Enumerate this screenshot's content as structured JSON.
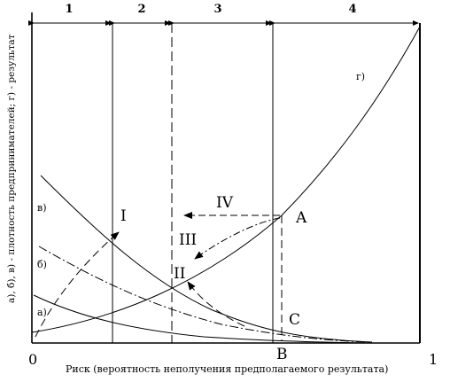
{
  "y_axis_label": "а), б), в) - плотность предпринимателей; г) - результат",
  "x_axis_label": "Риск (вероятность неполучения предполагаемого результата)",
  "origin_label": "0",
  "x_max_label": "1",
  "zones": [
    "1",
    "2",
    "3",
    "4"
  ],
  "curve_labels": {
    "a": "а)",
    "b": "б)",
    "v": "в)",
    "g": "г)"
  },
  "roman_labels": {
    "i": "I",
    "ii": "II",
    "iii": "III",
    "iv": "IV"
  },
  "point_labels": {
    "A": "A",
    "B": "B",
    "C": "C"
  }
}
